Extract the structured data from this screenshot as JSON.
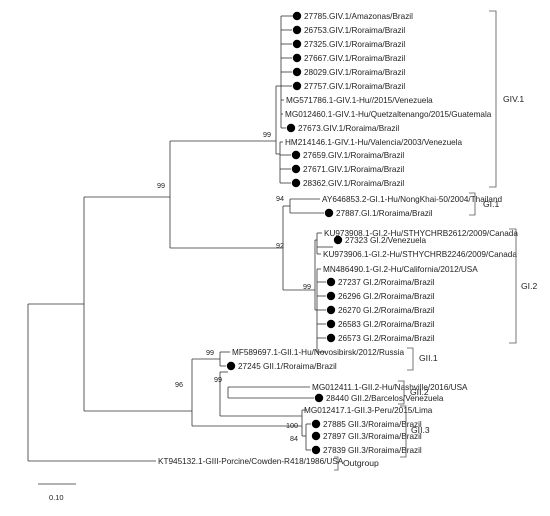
{
  "leaves": [
    {
      "label": "27785.GIV.1/Amazonas/Brazil",
      "marked": true
    },
    {
      "label": "26753.GIV.1/Roraima/Brazil",
      "marked": true
    },
    {
      "label": "27325.GIV.1/Roraima/Brazil",
      "marked": true
    },
    {
      "label": "27667.GIV.1/Roraima/Brazil",
      "marked": true
    },
    {
      "label": "28029.GIV.1/Roraima/Brazil",
      "marked": true
    },
    {
      "label": "27757.GIV.1/Roraima/Brazil",
      "marked": true
    },
    {
      "label": "MG571786.1-GIV.1-Hu//2015/Venezuela",
      "marked": false
    },
    {
      "label": "MG012460.1-GIV.1-Hu/Quetzaltenango/2015/Guatemala",
      "marked": false
    },
    {
      "label": "27673.GIV.1/Roraima/Brazil",
      "marked": true
    },
    {
      "label": "HM214146.1-GIV.1-Hu/Valencia/2003/Venezuela",
      "marked": false
    },
    {
      "label": "27659.GIV.1/Roraima/Brazil",
      "marked": true
    },
    {
      "label": "27671.GIV.1/Roraima/Brazil",
      "marked": true
    },
    {
      "label": "28362.GIV.1/Roraima/Brazil",
      "marked": true
    },
    {
      "label": "AY646853.2-GI.1-Hu/NongKhai-50/2004/Thailand",
      "marked": false
    },
    {
      "label": "27887.GI.1/Roraima/Brazil",
      "marked": true
    },
    {
      "label": "KU973908.1-GI.2-Hu/STHYCHRB2612/2009/Canada",
      "marked": false
    },
    {
      "label": "27323 GI.2/Venezuela",
      "marked": true
    },
    {
      "label": "KU973906.1-GI.2-Hu/STHYCHRB2246/2009/Canada",
      "marked": false
    },
    {
      "label": "MN486490.1-GI.2-Hu/California/2012/USA",
      "marked": false
    },
    {
      "label": "27237 GI.2/Roraima/Brazil",
      "marked": true
    },
    {
      "label": "26296 GI.2/Roraima/Brazil",
      "marked": true
    },
    {
      "label": "26270 GI.2/Roraima/Brazil",
      "marked": true
    },
    {
      "label": "26583 GI.2/Roraima/Brazil",
      "marked": true
    },
    {
      "label": "26573 GI.2/Roraima/Brazil",
      "marked": true
    },
    {
      "label": "MF589697.1-GII.1-Hu/Novosibirsk/2012/Russia",
      "marked": false
    },
    {
      "label": "27245 GII.1/Roraima/Brazil",
      "marked": true
    },
    {
      "label": "MG012411.1-GII.2-Hu/Nashville/2016/USA",
      "marked": false
    },
    {
      "label": "28440 GII.2/Barcelos/Venezuela",
      "marked": true
    },
    {
      "label": "MG012417.1-GII.3-Peru/2015/Lima",
      "marked": false
    },
    {
      "label": "27885 GII.3/Roraima/Brazil",
      "marked": true
    },
    {
      "label": "27897 GII.3/Roraima/Brazil",
      "marked": true
    },
    {
      "label": "27839 GII.3/Roraima/Brazil",
      "marked": true
    },
    {
      "label": "KT945132.1-GIII-Porcine/Cowden-R418/1986/USA",
      "marked": false
    }
  ],
  "groups": [
    "GIV.1",
    "GI.1",
    "GI.2",
    "GII.1",
    "GII.2",
    "GII.3",
    "Outgroup"
  ],
  "bootstrap": [
    "99",
    "99",
    "94",
    "92",
    "99",
    "99",
    "99",
    "96",
    "100",
    "84"
  ],
  "scale_bar": {
    "label": "0.10",
    "value": 0.1
  }
}
